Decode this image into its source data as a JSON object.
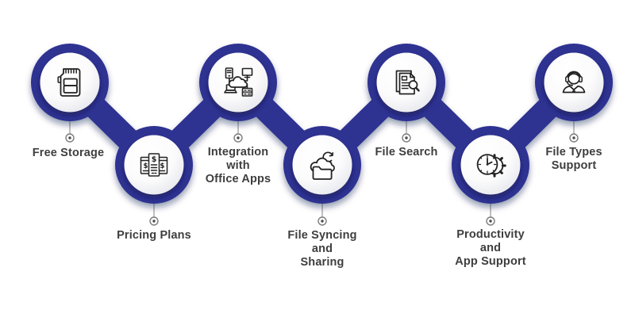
{
  "diagram": {
    "type": "feature-chain-infographic",
    "background_color": "#ffffff",
    "chain_color": "#2d3191",
    "icon_stroke_color": "#222222",
    "label_text_color": "#3e3e3e",
    "connector_color": "#8a8a8a"
  },
  "pricing_icon_symbol": "$",
  "features": [
    {
      "label": "Free Storage",
      "lines": [
        "Free Storage"
      ],
      "icon": "memory-card-icon",
      "row": "top"
    },
    {
      "label": "Pricing Plans",
      "lines": [
        "Pricing Plans"
      ],
      "icon": "price-lists-icon",
      "row": "bottom"
    },
    {
      "label": "Integration with Office Apps",
      "lines": [
        "Integration",
        "with",
        "Office Apps"
      ],
      "icon": "cloud-network-icon",
      "row": "top"
    },
    {
      "label": "File Syncing and Sharing",
      "lines": [
        "File Syncing",
        "and",
        "Sharing"
      ],
      "icon": "cloud-folder-sync-icon",
      "row": "bottom"
    },
    {
      "label": "File Search",
      "lines": [
        "File Search"
      ],
      "icon": "document-search-icon",
      "row": "top"
    },
    {
      "label": "Productivity and App Support",
      "lines": [
        "Productivity",
        "and",
        "App Support"
      ],
      "icon": "clock-gear-icon",
      "row": "bottom"
    },
    {
      "label": "File Types Support",
      "lines": [
        "File Types",
        "Support"
      ],
      "icon": "support-agent-icon",
      "row": "top"
    }
  ]
}
